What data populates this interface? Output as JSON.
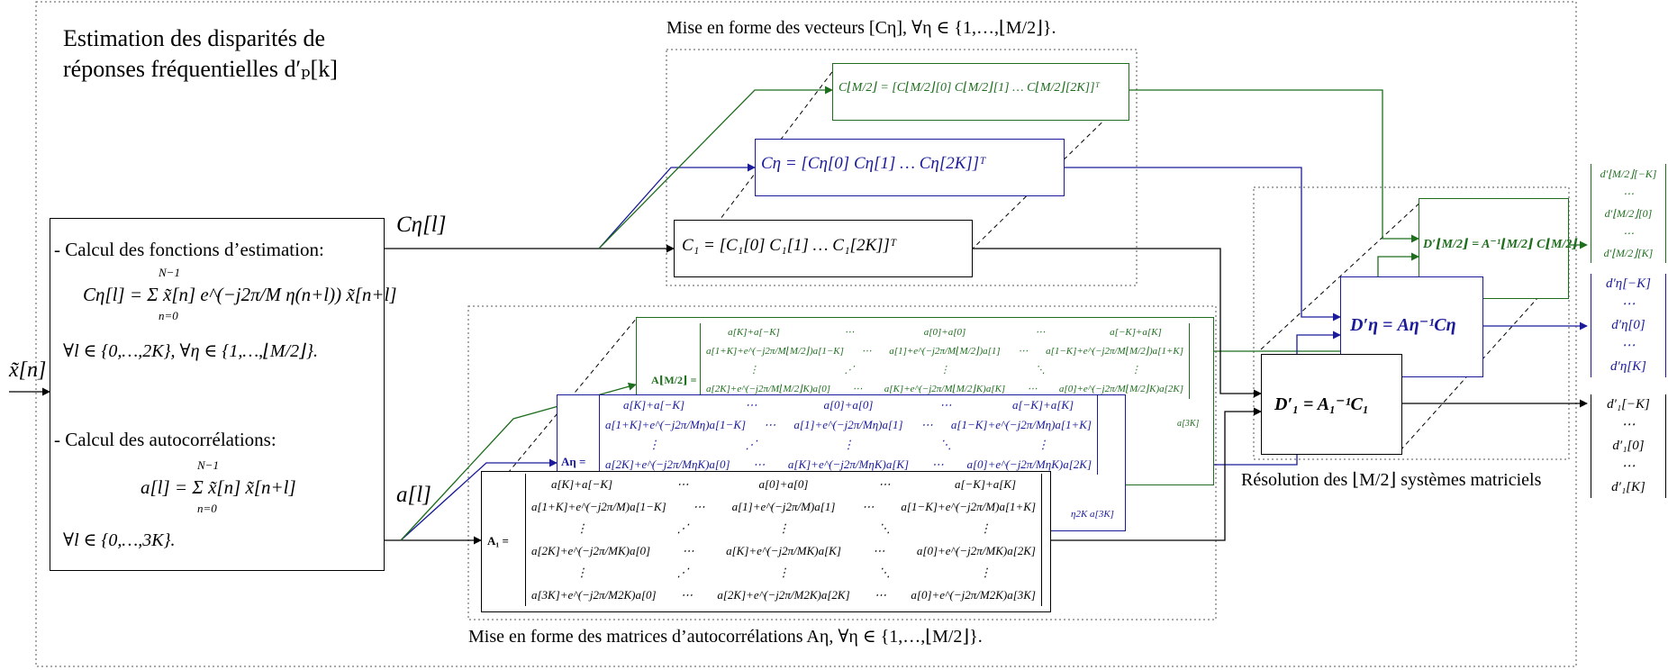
{
  "main_title": [
    "Estimation des disparités de",
    "réponses fréquentielles d′ₚ[k]"
  ],
  "input_label": "x̃[n]",
  "left_box": {
    "section1": "- Calcul des fonctions d’estimation:",
    "formula1": "Cη[l] = Σ x̃[n] e^(−j2π/M η(n+l)) x̃[n+l]",
    "sum_top1": "N−1",
    "sum_bot1": "n=0",
    "cond1": "∀l ∈ {0,…,2K}, ∀η ∈ {1,…,⌊M/2⌋}.",
    "section2": "- Calcul des autocorrélations:",
    "formula2": "a[l] = Σ x̃[n] x̃[n+l]",
    "sum_top2": "N−1",
    "sum_bot2": "n=0",
    "cond2": "∀l ∈ {0,…,3K}."
  },
  "signal_c": "Cη[l]",
  "signal_a": "a[l]",
  "vectors_caption": "Mise en forme des vecteurs [Cη], ∀η ∈ {1,…,⌊M/2⌋}.",
  "vectors": {
    "cm": "C⌊M/2⌋ = [C⌊M/2⌋[0]  C⌊M/2⌋[1]  …  C⌊M/2⌋[2K]]ᵀ",
    "ceta": "Cη = [Cη[0]  Cη[1]  …  Cη[2K]]ᵀ",
    "c1": "C₁ = [C₁[0]  C₁[1]  …  C₁[2K]]ᵀ"
  },
  "matrices_caption": "Mise en forme des matrices d’autocorrélations Aη, ∀η ∈ {1,…,⌊M/2⌋}.",
  "matrix_am": {
    "name": "A⌊M/2⌋ =",
    "rows": [
      [
        "a[K]+a[−K]",
        "⋯",
        "a[0]+a[0]",
        "⋯",
        "a[−K]+a[K]"
      ],
      [
        "a[1+K]+e^(−j2π/M⌊M/2⌋)a[1−K]",
        "⋯",
        "a[1]+e^(−j2π/M⌊M/2⌋)a[1]",
        "⋯",
        "a[1−K]+e^(−j2π/M⌊M/2⌋)a[1+K]"
      ],
      [
        "⋮",
        "⋰",
        "⋮",
        "⋱",
        "⋮"
      ],
      [
        "a[2K]+e^(−j2π/M⌊M/2⌋K)a[0]",
        "⋯",
        "a[K]+e^(−j2π/M⌊M/2⌋K)a[K]",
        "⋯",
        "a[0]+e^(−j2π/M⌊M/2⌋K)a[2K]"
      ]
    ],
    "tail": "a[3K]"
  },
  "matrix_aeta": {
    "name": "Aη =",
    "rows": [
      [
        "a[K]+a[−K]",
        "⋯",
        "a[0]+a[0]",
        "⋯",
        "a[−K]+a[K]"
      ],
      [
        "a[1+K]+e^(−j2π/Mη)a[1−K]",
        "⋯",
        "a[1]+e^(−j2π/Mη)a[1]",
        "⋯",
        "a[1−K]+e^(−j2π/Mη)a[1+K]"
      ],
      [
        "⋮",
        "⋰",
        "⋮",
        "⋱",
        "⋮"
      ],
      [
        "a[2K]+e^(−j2π/MηK)a[0]",
        "⋯",
        "a[K]+e^(−j2π/MηK)a[K]",
        "⋯",
        "a[0]+e^(−j2π/MηK)a[2K]"
      ]
    ],
    "tail": "η2K a[3K]"
  },
  "matrix_a1": {
    "name": "A₁ =",
    "rows": [
      [
        "a[K]+a[−K]",
        "⋯",
        "a[0]+a[0]",
        "⋯",
        "a[−K]+a[K]"
      ],
      [
        "a[1+K]+e^(−j2π/M)a[1−K]",
        "⋯",
        "a[1]+e^(−j2π/M)a[1]",
        "⋯",
        "a[1−K]+e^(−j2π/M)a[1+K]"
      ],
      [
        "⋮",
        "⋰",
        "⋮",
        "⋱",
        "⋮"
      ],
      [
        "a[2K]+e^(−j2π/MK)a[0]",
        "⋯",
        "a[K]+e^(−j2π/MK)a[K]",
        "⋯",
        "a[0]+e^(−j2π/MK)a[2K]"
      ],
      [
        "⋮",
        "⋰",
        "⋮",
        "⋱",
        "⋮"
      ],
      [
        "a[3K]+e^(−j2π/M2K)a[0]",
        "⋯",
        "a[2K]+e^(−j2π/M2K)a[2K]",
        "⋯",
        "a[0]+e^(−j2π/M2K)a[3K]"
      ]
    ]
  },
  "solve": {
    "dm": "D′⌊M/2⌋ = A⁻¹⌊M/2⌋ C⌊M/2⌋",
    "deta": "D′η = Aη⁻¹Cη",
    "d1": "D′₁ = A₁⁻¹C₁",
    "caption": "Résolution des ⌊M/2⌋ systèmes matriciels"
  },
  "outputs": {
    "dm": [
      "d′⌊M/2⌋[−K]",
      "⋯",
      "d′⌊M/2⌋[0]",
      "⋯",
      "d′⌊M/2⌋[K]"
    ],
    "deta": [
      "d′η[−K]",
      "⋯",
      "d′η[0]",
      "⋯",
      "d′η[K]"
    ],
    "d1": [
      "d′₁[−K]",
      "⋯",
      "d′₁[0]",
      "⋯",
      "d′₁[K]"
    ]
  },
  "colors": {
    "black": "#000000",
    "green": "#1e6e1e",
    "blue": "#1a1a9a"
  }
}
